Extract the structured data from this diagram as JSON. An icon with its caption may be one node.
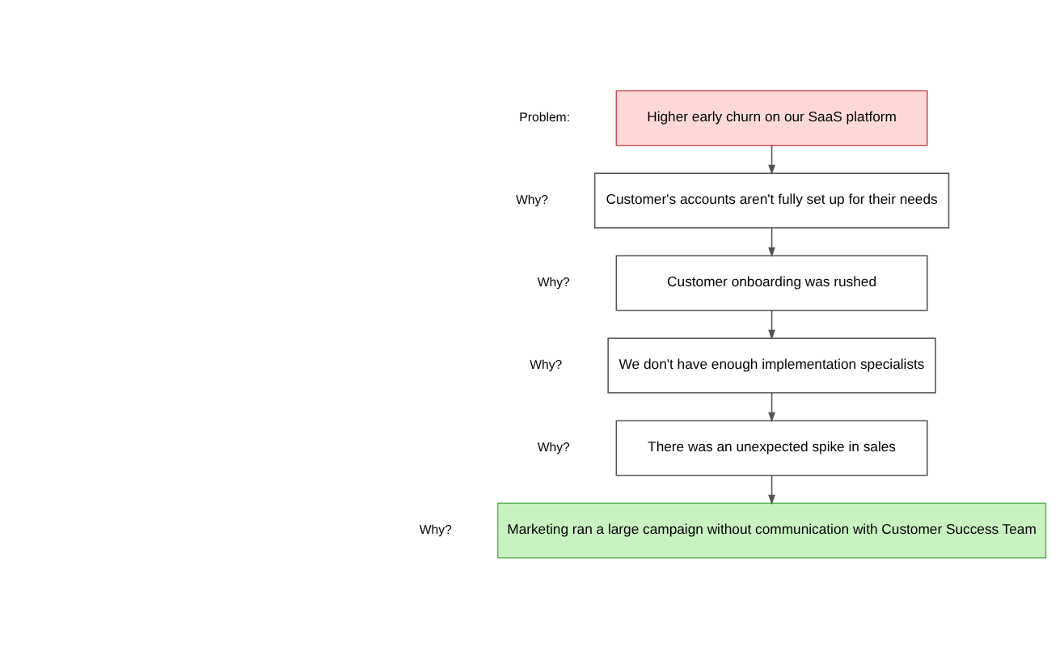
{
  "diagram": {
    "nodes": [
      {
        "text": [
          "Higher early churn on our SaaS platform"
        ],
        "beside": [
          "Problem:"
        ]
      },
      {
        "text": [
          "Customer's accounts aren't fully set up for their needs"
        ],
        "beside": [
          "Why?"
        ]
      },
      {
        "text": [
          "Customer onboarding was rushed"
        ],
        "beside": [
          "Why?"
        ]
      },
      {
        "text": [
          "We don't have enough implementation specialists"
        ],
        "beside": [
          "Why?"
        ]
      },
      {
        "text": [
          "There was an unexpected spike in sales"
        ],
        "beside": [
          "Why?"
        ]
      },
      {
        "text": [
          "Marketing ran a large campaign without communication with Customer Success Team"
        ],
        "beside": [
          "Why?"
        ]
      }
    ],
    "edges": [
      {
        "from": 0,
        "to": 1,
        "arrow": "to"
      },
      {
        "from": 1,
        "to": 2,
        "arrow": "to"
      },
      {
        "from": 2,
        "to": 3,
        "arrow": "to"
      },
      {
        "from": 3,
        "to": 4,
        "arrow": "to"
      },
      {
        "from": 4,
        "to": 5,
        "arrow": "to"
      }
    ]
  }
}
